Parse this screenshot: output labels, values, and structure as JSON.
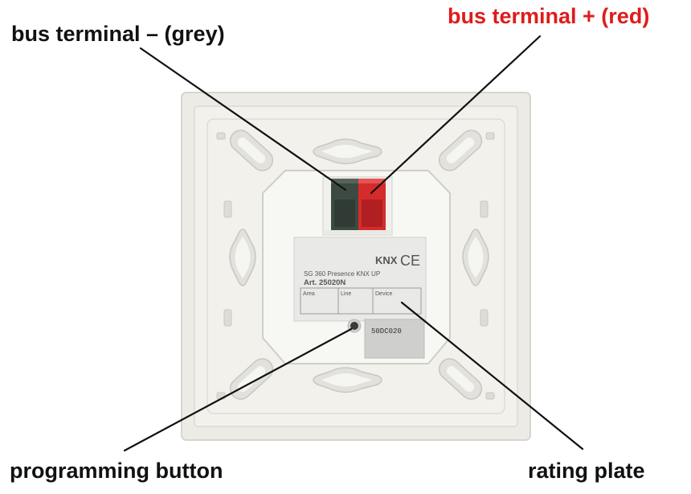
{
  "callouts": {
    "bus_terminal_minus": "bus terminal – (grey)",
    "bus_terminal_plus": "bus terminal + (red)",
    "programming_button": "programming button",
    "rating_plate": "rating plate"
  },
  "rating_plate": {
    "brand_mark": "KNX",
    "ce_mark": "CE",
    "product": "SG 360 Presence KNX UP",
    "article": "Art. 25020N",
    "fields": [
      "Area",
      "Line",
      "Device"
    ]
  },
  "sticker": {
    "code": "50DC020"
  },
  "colors": {
    "terminal_grey": "#3d4a42",
    "terminal_red": "#d42b2b",
    "red_label": "#e01b1b",
    "housing": "#ecebe6"
  }
}
